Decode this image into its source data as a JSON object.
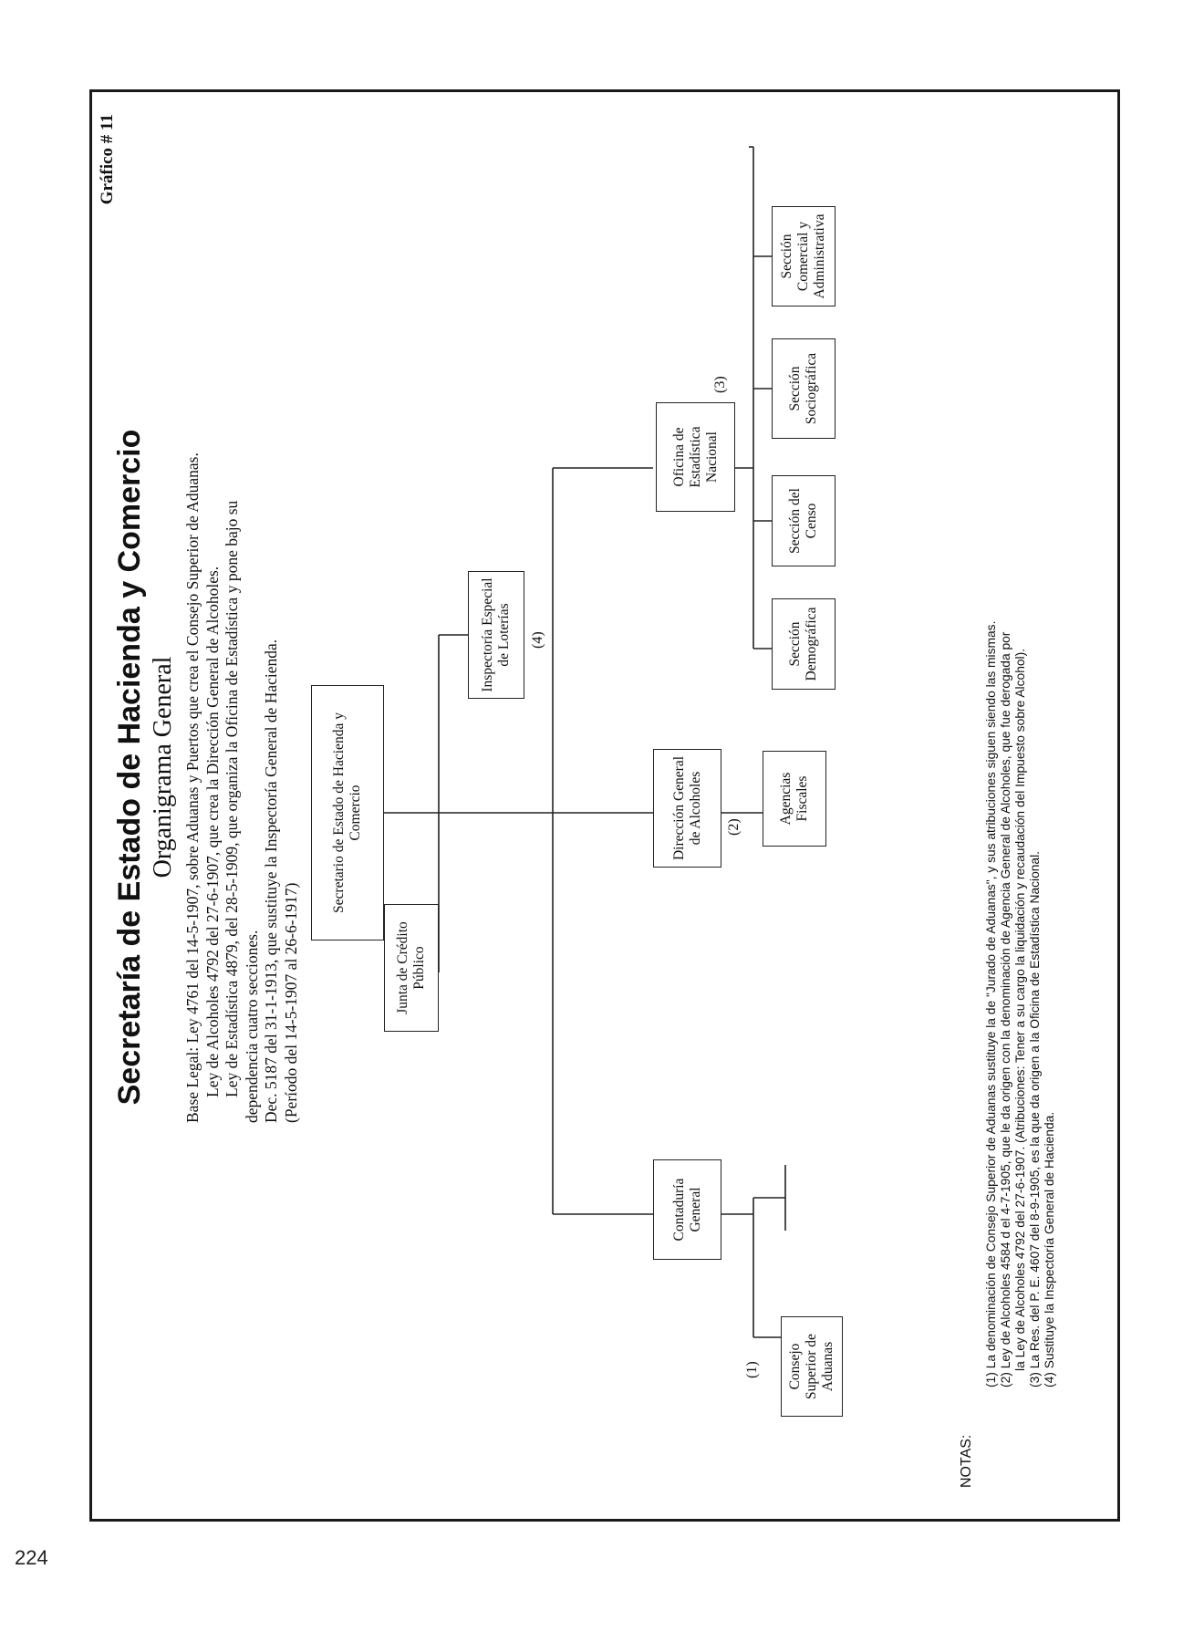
{
  "page_number": "224",
  "title": "Secretaría de Estado de Hacienda y Comercio",
  "subtitle": "Organigrama General",
  "figure_ref": "Gráfico # 11",
  "legal_basis": [
    "Base Legal: Ley 4761 del 14-5-1907, sobre Aduanas y Puertos que crea el Consejo Superior de Aduanas.",
    "Ley de Alcoholes 4792 del 27-6-1907, que crea la Dirección General de Alcoholes.",
    "Ley de Estadística 4879, del 28-5-1909, que organiza la Oficina de Estadística y pone bajo su",
    "dependencia cuatro secciones.",
    "Dec. 5187 del 31-1-1913, que sustituye la Inspectoría General de Hacienda.",
    "(Período del 14-5-1907 al 26-6-1917)"
  ],
  "nodes": {
    "secretario": "Secretario de Estado de Hacienda y Comercio",
    "junta": "Junta de Crédito Público",
    "inspectoria": "Inspectoría Especial de Loterías",
    "contaduria": "Contaduría General",
    "direccion": "Dirección General de Alcoholes",
    "oficina": "Oficina de Estadística Nacional",
    "consejo": "Consejo Superior de Aduanas",
    "agencias": "Agencias Fiscales",
    "sec_demografica": "Sección Demográfica",
    "sec_censo": "Sección del Censo",
    "sec_sociografica": "Sección Sociográfica",
    "sec_comercial": "Sección Comercial y Administrativa"
  },
  "marks": {
    "consejo": "(1)",
    "direccion": "(2)",
    "oficina": "(3)",
    "inspectoria": "(4)"
  },
  "notes_label": "NOTAS:",
  "notes": [
    "(1) La denominación de Consejo Superior de Aduanas sustituye la de \"Jurado de Aduanas\", y sus atribuciones siguen siendo las mismas.",
    "(2) Ley de Alcoholes 4584 d el 4-7-1905, que le da origen con la denominación de Agencia General de Alcoholes, que fue derogada por",
    "la Ley de Alcoholes 4792 del 27-6-1907. (Atribuciones: Tener a su cargo la liquidación y recaudación del Impuesto sobre Alcohol).",
    "(3) La Res. del P. E. 4607 del 8-9-1905, es la que da origen a la Oficina de Estadística Nacional.",
    "(4) Sustituye la Inspectoría General de Hacienda."
  ]
}
